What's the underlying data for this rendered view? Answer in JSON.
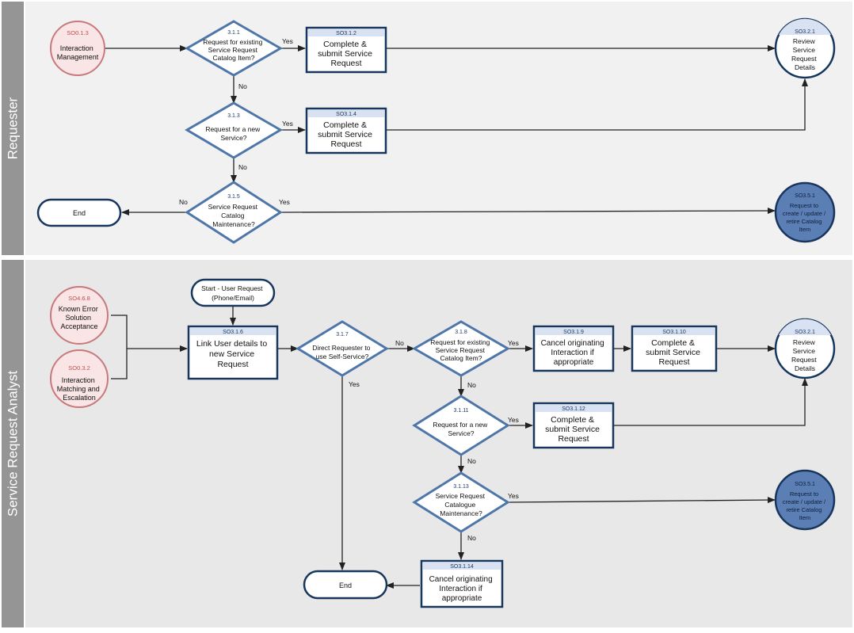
{
  "lanes": {
    "requester": "Requester",
    "analyst": "Service Request Analyst"
  },
  "requester": {
    "int_mgmt": {
      "id": "SO0.1.3",
      "lines": [
        "Interaction",
        "Management"
      ]
    },
    "d311": {
      "id": "3.1.1",
      "lines": [
        "Request for existing",
        "Service Request",
        "Catalog Item?"
      ]
    },
    "p312": {
      "id": "SO3.1.2",
      "lines": [
        "Complete &",
        "submit Service",
        "Request"
      ]
    },
    "review": {
      "id": "SO3.2.1",
      "lines": [
        "Review",
        "Service",
        "Request",
        "Details"
      ]
    },
    "d313": {
      "id": "3.1.3",
      "lines": [
        "Request for a new",
        "Service?"
      ]
    },
    "p314": {
      "id": "SO3.1.4",
      "lines": [
        "Complete &",
        "submit Service",
        "Request"
      ]
    },
    "d315": {
      "id": "3.1.5",
      "lines": [
        "Service Request",
        "Catalog",
        "Maintenance?"
      ]
    },
    "end": "End",
    "catalog": {
      "id": "SO3.5.1",
      "lines": [
        "Request to",
        "create / update /",
        "retire Catalog",
        "Item"
      ]
    }
  },
  "analyst": {
    "known_error": {
      "id": "SO4.6.8",
      "lines": [
        "Known Error",
        "Solution",
        "Acceptance"
      ]
    },
    "interaction_matching": {
      "id": "SO0.3.2",
      "lines": [
        "Interaction",
        "Matching and",
        "Escalation"
      ]
    },
    "start": {
      "lines": [
        "Start - User Request",
        "(Phone/Email)"
      ]
    },
    "p316": {
      "id": "SO3.1.6",
      "lines": [
        "Link User details to",
        "new Service",
        "Request"
      ]
    },
    "d317": {
      "id": "3.1.7",
      "lines": [
        "Direct Requester to",
        "use Self-Service?"
      ]
    },
    "d318": {
      "id": "3.1.8",
      "lines": [
        "Request for existing",
        "Service Request",
        "Catalog Item?"
      ]
    },
    "p319": {
      "id": "SO3.1.9",
      "lines": [
        "Cancel originating",
        "Interaction if",
        "appropriate"
      ]
    },
    "p3110": {
      "id": "SO3.1.10",
      "lines": [
        "Complete &",
        "submit Service",
        "Request"
      ]
    },
    "review": {
      "id": "SO3.2.1",
      "lines": [
        "Review",
        "Service",
        "Request",
        "Details"
      ]
    },
    "d3111": {
      "id": "3.1.11",
      "lines": [
        "Request for a new",
        "Service?"
      ]
    },
    "p3112": {
      "id": "SO3.1.12",
      "lines": [
        "Complete &",
        "submit Service",
        "Request"
      ]
    },
    "d3113": {
      "id": "3.1.13",
      "lines": [
        "Service Request",
        "Catalogue",
        "Maintenance?"
      ]
    },
    "catalog": {
      "id": "SO3.5.1",
      "lines": [
        "Request to",
        "create / update /",
        "retire Catalog",
        "Item"
      ]
    },
    "p3114": {
      "id": "SO3.1.14",
      "lines": [
        "Cancel originating",
        "Interaction if",
        "appropriate"
      ]
    },
    "end": "End"
  },
  "labels": {
    "yes": "Yes",
    "no": "No"
  },
  "colors": {
    "lane_header": "#959595",
    "lane_bg_top": "#f1f1f1",
    "lane_bg_bottom": "#e8e8e8",
    "process_fill": "#ffffff",
    "process_header": "#d9e2f3",
    "shape_border": "#17365d",
    "diamond_border": "#4f76a8",
    "external_fill": "#f9e5e5",
    "external_border": "#c9797b",
    "external_id": "#c0504d",
    "offpage_fill": "#5b7fb5"
  }
}
